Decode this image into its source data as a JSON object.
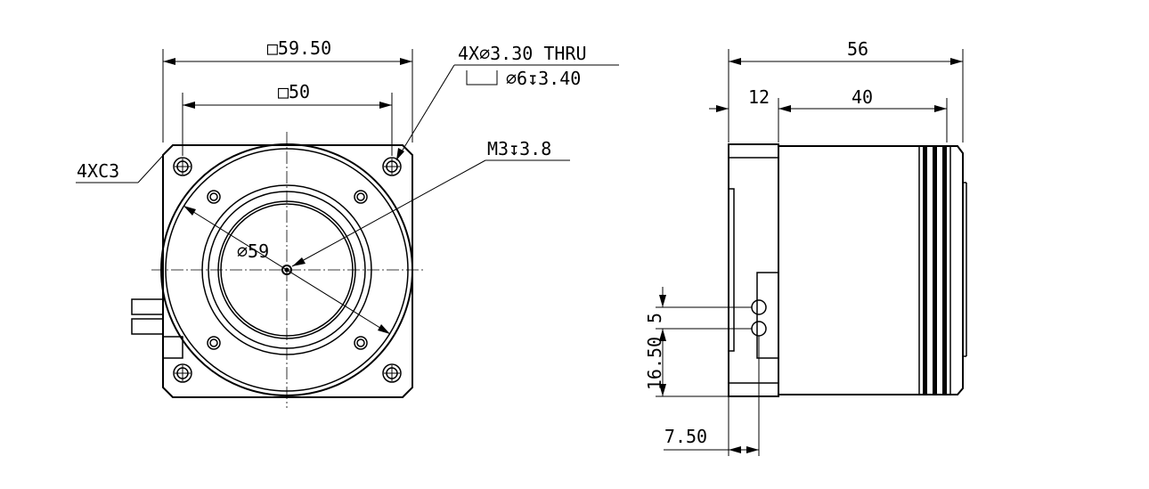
{
  "front_view": {
    "outer_square": "□59.50",
    "hole_pattern": "□50",
    "chamfer": "4XC3",
    "thru_hole_line1": "4X∅3.30 THRU",
    "thru_hole_line2": "∅6↧3.40",
    "center_thread": "M3↧3.8",
    "diameter": "∅59"
  },
  "side_view": {
    "overall_length": "56",
    "flange_length": "12",
    "body_length": "40",
    "hole_pitch": "5",
    "hole_height": "16.50",
    "hole_offset": "7.50"
  }
}
